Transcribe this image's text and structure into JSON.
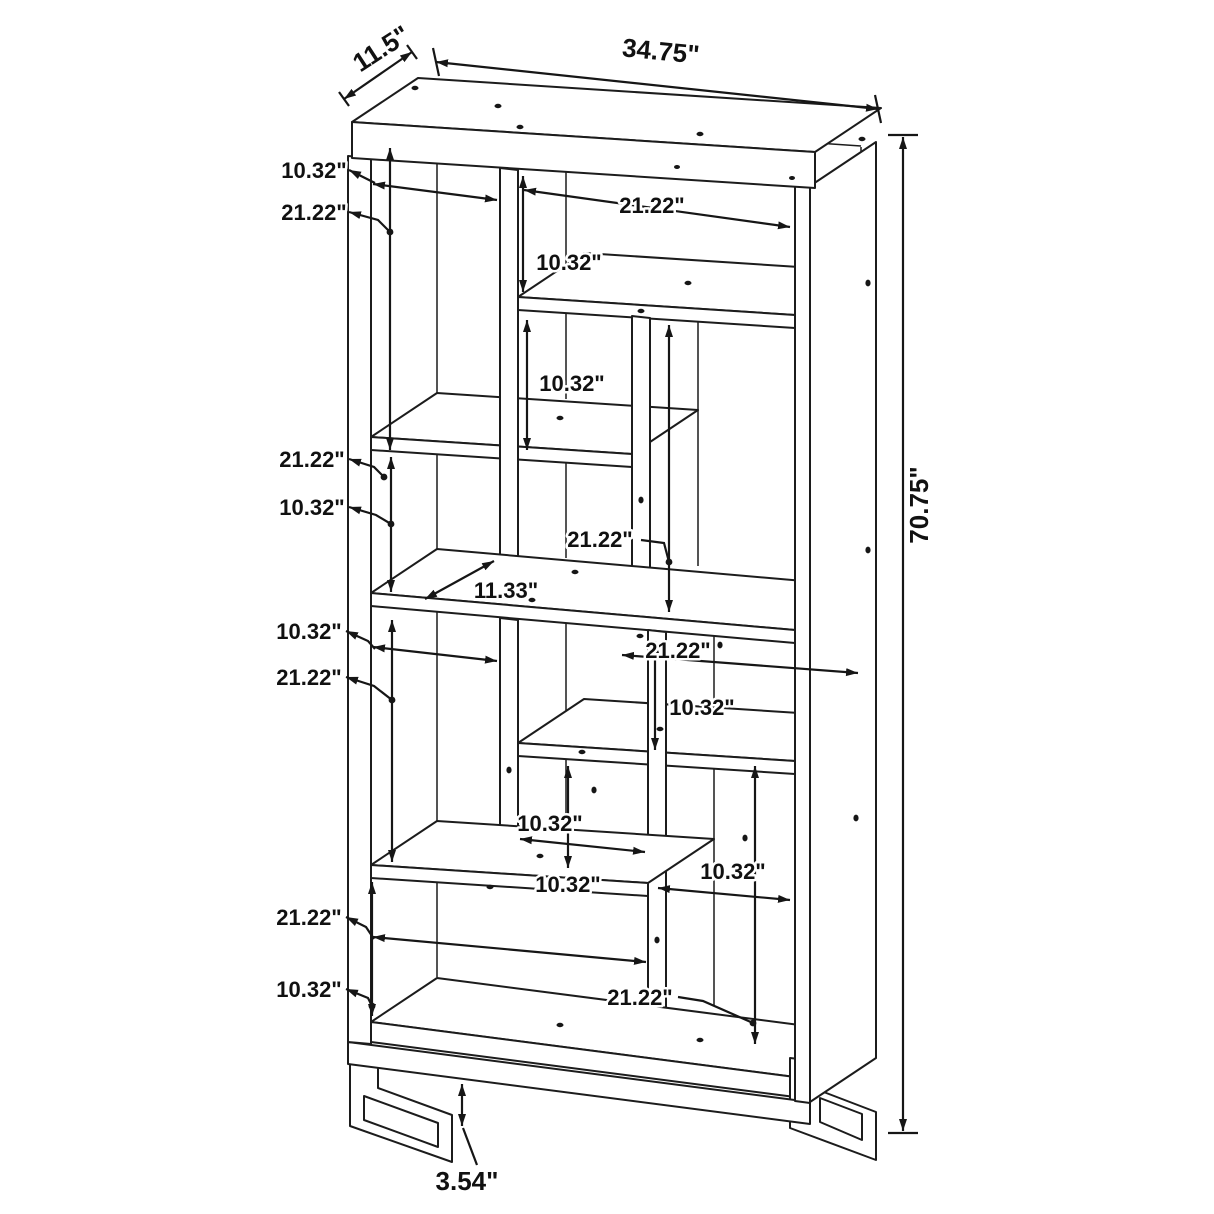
{
  "diagram": {
    "type": "furniture-dimension-drawing",
    "subject": "staggered cube bookcase with sled legs",
    "units": "inches",
    "overall": {
      "depth": "11.5\"",
      "width": "34.75\"",
      "height": "70.75\"",
      "leg_height": "3.54\""
    },
    "left_labels": {
      "l1": "10.32\"",
      "l2": "21.22\"",
      "l3": "21.22\"",
      "l4": "10.32\"",
      "l5": "10.32\"",
      "l6": "21.22\"",
      "l7": "21.22\"",
      "l8": "10.32\""
    },
    "inner_labels": {
      "c1": "21.22\"",
      "c2": "10.32\"",
      "c3": "10.32\"",
      "c4": "21.22\"",
      "c5": "11.33\"",
      "c6": "21.22\"",
      "c7": "10.32\"",
      "c8": "10.32\"",
      "c9": "10.32\"",
      "c10": "10.32\"",
      "c11": "21.22\""
    }
  }
}
